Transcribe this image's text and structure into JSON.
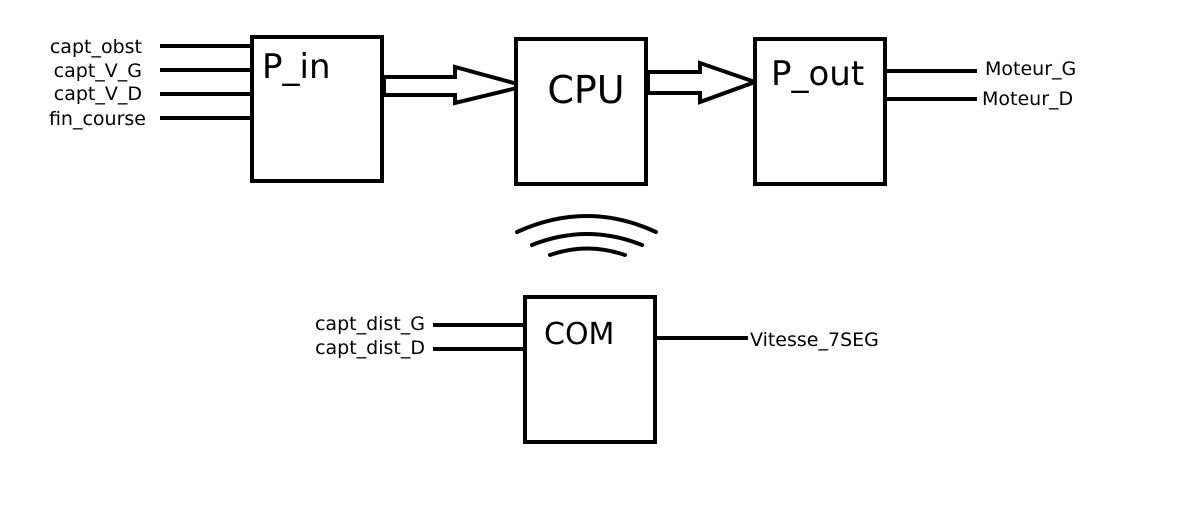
{
  "blocks": {
    "p_in": "P_in",
    "cpu": "CPU",
    "p_out": "P_out",
    "com": "COM"
  },
  "p_in_inputs": [
    "capt_obst",
    "capt_V_G",
    "capt_V_D",
    "fin_course"
  ],
  "p_out_outputs": [
    "Moteur_G",
    "Moteur_D"
  ],
  "com_inputs": [
    "capt_dist_G",
    "capt_dist_D"
  ],
  "com_outputs": [
    "Vitesse_7SEG"
  ],
  "link_cpu_com": "wireless-icon"
}
